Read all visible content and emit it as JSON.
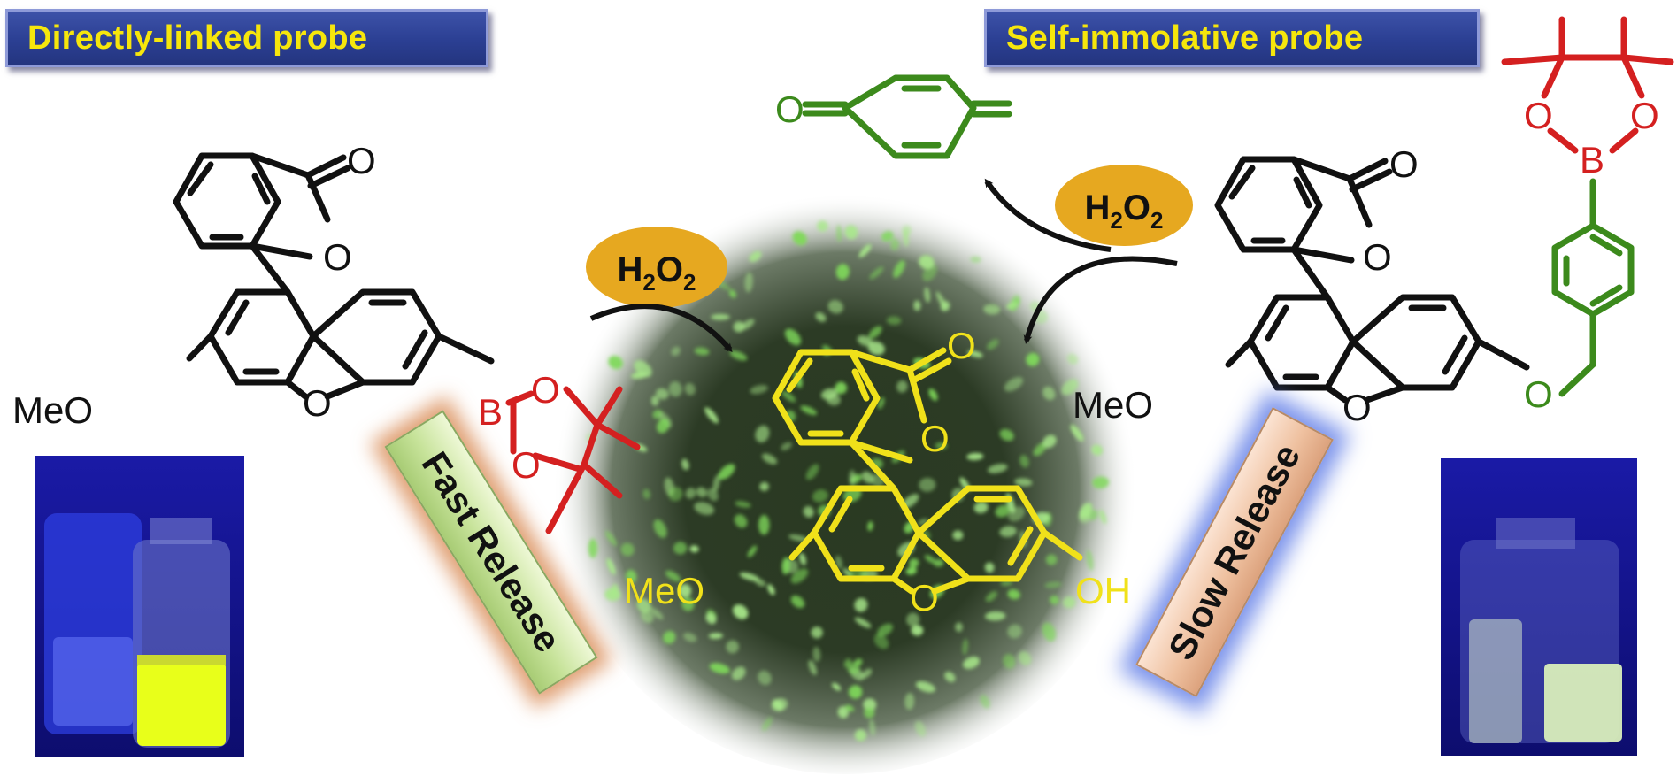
{
  "titles": {
    "left": "Directly-linked probe",
    "right": "Self-immolative probe"
  },
  "release": {
    "fast": "Fast Release",
    "slow": "Slow Release"
  },
  "reagent": {
    "left": {
      "base": "H",
      "sub1": "2",
      "mid": "O",
      "sub2": "2"
    },
    "right": {
      "base": "H",
      "sub1": "2",
      "mid": "O",
      "sub2": "2"
    }
  },
  "atoms": {
    "left_probe": {
      "carbonyl_o": "O",
      "ring_o": "O",
      "xanthene_o": "O",
      "methoxy": "MeO",
      "boron": "B",
      "boron_o1": "O",
      "boron_o2": "O"
    },
    "center_product": {
      "carbonyl_o": "O",
      "ring_o": "O",
      "xanthene_o": "O",
      "methoxy": "MeO",
      "hydroxyl": "OH"
    },
    "right_probe": {
      "carbonyl_o": "O",
      "ring_o": "O",
      "xanthene_o": "O",
      "methoxy": "MeO",
      "ether_o": "O",
      "boron": "B",
      "boron_o1": "O",
      "boron_o2": "O"
    },
    "quinone_methide": {
      "carbonyl_o": "O"
    }
  },
  "colors": {
    "title_bg": "#2b3f93",
    "title_text": "#f6e60c",
    "boronate": "#d42020",
    "linker": "#3c8a1c",
    "product": "#f0e11a",
    "reagent_bg": "#e6a820"
  },
  "icons": [
    "reaction-arrow-icon",
    "vial-photo"
  ]
}
